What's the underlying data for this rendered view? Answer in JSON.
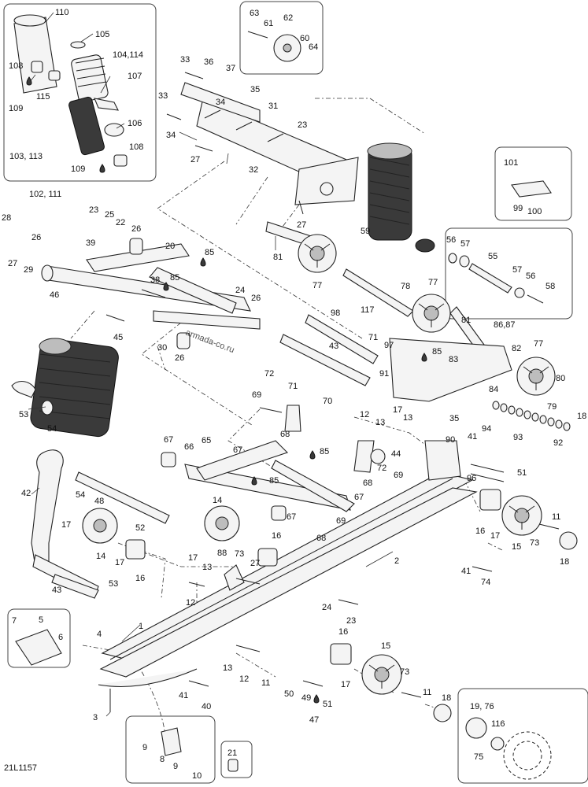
{
  "figure_code": "21L1157",
  "watermark": "armada-co.ru",
  "colors": {
    "watermark": "#e0609a",
    "ink": "#111111"
  },
  "labels": {
    "l110": "110",
    "l105": "105",
    "l104": "104,114",
    "l108a": "108",
    "l107": "107",
    "l115": "115",
    "l109a": "109",
    "l106": "106",
    "l103": "103, 113",
    "l108b": "108",
    "l109b": "109",
    "l102": "102, 111",
    "l63": "63",
    "l61": "61",
    "l62": "62",
    "l60": "60",
    "l64": "64",
    "l33a": "33",
    "l36": "36",
    "l37": "37",
    "l35": "35",
    "l34a": "34",
    "l31": "31",
    "l33b": "33",
    "l23a": "23",
    "l34b": "34",
    "l27a": "27",
    "l32": "32",
    "l27b": "27",
    "l101": "101",
    "l99": "99",
    "l100": "100",
    "l28": "28",
    "l23b": "23",
    "l25": "25",
    "l22": "22",
    "l26a": "26",
    "l26b": "26",
    "l27c": "27",
    "l29": "29",
    "l39": "39",
    "l20": "20",
    "l59": "59",
    "l81a": "81",
    "l85a": "85",
    "l38": "38",
    "l85b": "85",
    "l46": "46",
    "l24": "24",
    "l26c": "26",
    "l45": "45",
    "l30": "30",
    "l26d": "26",
    "l77a": "77",
    "l117": "117",
    "l78": "78",
    "l56a": "56",
    "l57a": "57",
    "l55": "55",
    "l57b": "57",
    "l56b": "56",
    "l58": "58",
    "l77b": "77",
    "l98": "98",
    "l71a": "71",
    "l97": "97",
    "l81b": "81",
    "l86": "86,87",
    "l43a": "43",
    "l85c": "85",
    "l82": "82",
    "l77c": "77",
    "l83": "83",
    "l91": "91",
    "l72a": "72",
    "l71b": "71",
    "l69a": "69",
    "l70": "70",
    "l84": "84",
    "l80": "80",
    "l79": "79",
    "l35b": "35",
    "l18a": "18",
    "l53a": "53",
    "l54a": "54",
    "l68a": "68",
    "l12a": "12",
    "l13a": "13",
    "l17a": "17",
    "l94": "94",
    "l93": "93",
    "l92": "92",
    "l90": "90",
    "l67a": "67",
    "l66": "66",
    "l65": "65",
    "l67b": "67",
    "l85d": "85",
    "l44": "44",
    "l72b": "72",
    "l69b": "69",
    "l41a": "41",
    "l96": "96",
    "l51a": "51",
    "l42": "42",
    "l54b": "54",
    "l48": "48",
    "l85e": "85",
    "l68b": "68",
    "l67c": "67",
    "l17b": "17",
    "l14a": "14",
    "l52": "52",
    "l14b": "14",
    "l67d": "67",
    "l69c": "69",
    "l68c": "68",
    "l11a": "11",
    "l16a": "16",
    "l17c": "17",
    "l15a": "15",
    "l73a": "73",
    "l18b": "18",
    "l14c": "14",
    "l17d": "17",
    "l16b": "16",
    "l88": "88",
    "l16c": "16",
    "l73b": "73",
    "l27d": "27",
    "l2": "2",
    "l17e": "17",
    "l13b": "13",
    "l41b": "41",
    "l74": "74",
    "l43b": "43",
    "l53b": "53",
    "l12b": "12",
    "l24b": "24",
    "l23c": "23",
    "l7": "7",
    "l5": "5",
    "l6": "6",
    "l4": "4",
    "l1": "1",
    "l16d": "16",
    "l15b": "15",
    "l13c": "13",
    "l12c": "12",
    "l11b": "11",
    "l73c": "73",
    "l17f": "17",
    "l11c": "11",
    "l41c": "41",
    "l40": "40",
    "l50": "50",
    "l49": "49",
    "l51b": "51",
    "l47": "47",
    "l18c": "18",
    "l3": "3",
    "l19": "19, 76",
    "l116": "116",
    "l75": "75",
    "l9a": "9",
    "l8": "8",
    "l9b": "9",
    "l10": "10",
    "l21": "21"
  }
}
